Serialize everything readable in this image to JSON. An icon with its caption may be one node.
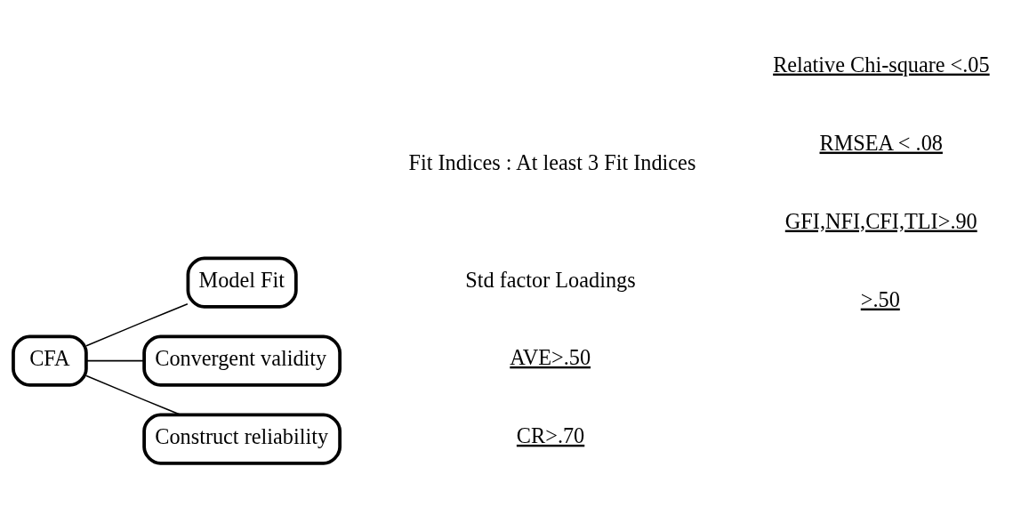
{
  "diagram": {
    "nodes": [
      {
        "text": [
          "CFA"
        ]
      },
      {
        "text": [
          "Model Fit"
        ]
      },
      {
        "text": [
          "Convergent validity"
        ]
      },
      {
        "text": [
          "Construct reliability"
        ]
      }
    ],
    "edges": [
      {
        "from": 0,
        "to": 1,
        "arrow": "none"
      },
      {
        "from": 0,
        "to": 2,
        "arrow": "none"
      },
      {
        "from": 0,
        "to": 3,
        "arrow": "none"
      }
    ],
    "labels": [
      "Relative Chi-square <.05",
      "Fit Indices : At least 3 Fit Indices",
      "RMSEA < .08",
      "GFI,NFI,CFI,TLI>.90",
      "Std factor Loadings",
      ">.50",
      "AVE>.50",
      "CR>.70"
    ]
  }
}
